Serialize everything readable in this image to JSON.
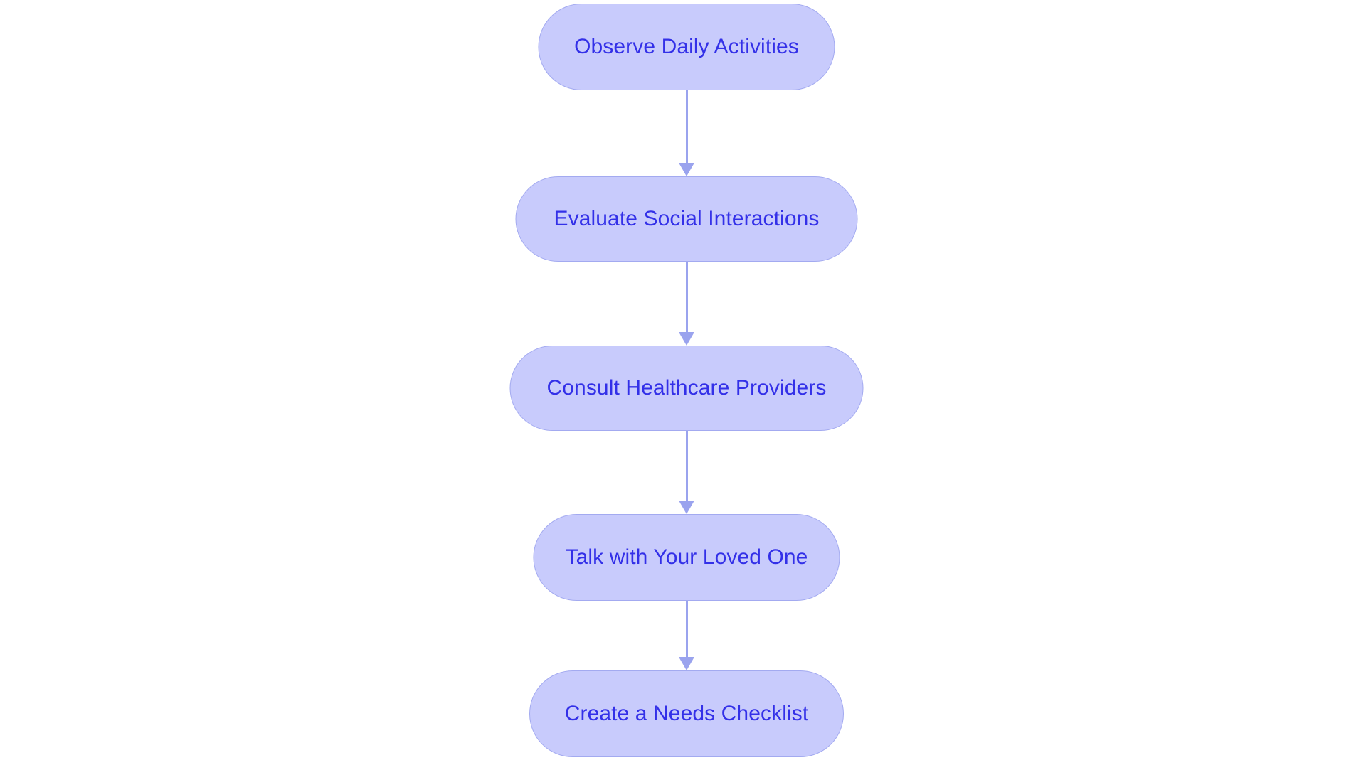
{
  "chart_data": {
    "type": "diagram",
    "diagram_type": "flowchart",
    "title": "",
    "orientation": "vertical-top-to-bottom",
    "node_shape": "stadium",
    "nodes": [
      {
        "id": "n1",
        "label": "Observe Daily Activities"
      },
      {
        "id": "n2",
        "label": "Evaluate Social Interactions"
      },
      {
        "id": "n3",
        "label": "Consult Healthcare Providers"
      },
      {
        "id": "n4",
        "label": "Talk with Your Loved One"
      },
      {
        "id": "n5",
        "label": "Create a Needs Checklist"
      }
    ],
    "edges": [
      {
        "from": "n1",
        "to": "n2",
        "label": "",
        "arrow": "down"
      },
      {
        "from": "n2",
        "to": "n3",
        "label": "",
        "arrow": "down"
      },
      {
        "from": "n3",
        "to": "n4",
        "label": "",
        "arrow": "down"
      },
      {
        "from": "n4",
        "to": "n5",
        "label": "",
        "arrow": "down"
      }
    ],
    "colors": {
      "background": "#ffffff",
      "node_fill": "#c8cbfc",
      "node_border": "#a3aaf0",
      "node_text": "#3330e8",
      "edge_stroke": "#9aa3ee",
      "arrowhead": "#9aa3ee"
    }
  },
  "diagram": {
    "nodes": [
      {
        "label": "Observe Daily Activities"
      },
      {
        "label": "Evaluate Social Interactions"
      },
      {
        "label": "Consult Healthcare Providers"
      },
      {
        "label": "Talk with Your Loved One"
      },
      {
        "label": "Create a Needs Checklist"
      }
    ]
  }
}
